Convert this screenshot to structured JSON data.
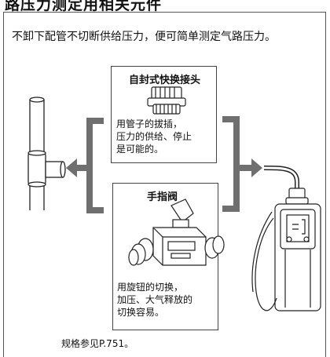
{
  "header": {
    "title": "路压力测定用相关元件"
  },
  "intro": "不卸下配管不切断供给压力，便可简单测定气路压力。",
  "coupling": {
    "title": "自封式快换接头",
    "description": "用管子的拔插，\n压力的供给、停止\n是可能的。"
  },
  "valve": {
    "title": "手指阀",
    "description": "用旋钮的切换，\n加压、大气释放的\n切换容易。"
  },
  "footer": "规格参见P.751。",
  "colors": {
    "line": "#222222",
    "bracket": "#6f6f6f",
    "frame": "#555555"
  }
}
